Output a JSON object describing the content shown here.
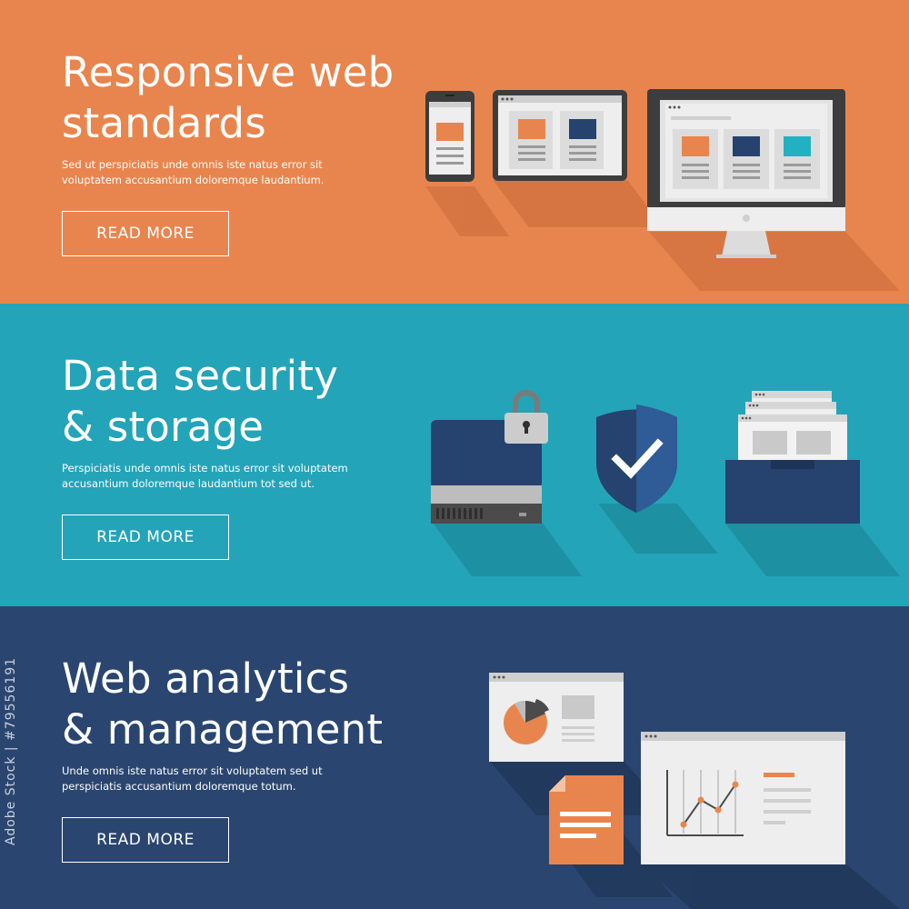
{
  "colors": {
    "orange": "#e8854e",
    "teal": "#24a4b8",
    "navy": "#2a4670",
    "white": "#ffffff",
    "dark_blue": "#26426e",
    "cyan": "#22b1c2",
    "gray": "#b8b8b8",
    "light_gray": "#eeeeee",
    "dark_gray": "#4b4b4b"
  },
  "banners": [
    {
      "title": "Responsive web\nstandards",
      "description": "Sed ut perspiciatis unde omnis iste natus error sit\nvoluptatem accusantium doloremque laudantium.",
      "button_label": "READ MORE",
      "illustration_icons": [
        "smartphone-icon",
        "tablet-icon",
        "desktop-monitor-icon"
      ]
    },
    {
      "title": "Data security\n& storage",
      "description": "Perspiciatis unde omnis iste natus error sit voluptatem\naccusantium doloremque laudantium tot sed ut.",
      "button_label": "READ MORE",
      "illustration_icons": [
        "hard-drive-icon",
        "padlock-icon",
        "shield-check-icon",
        "file-archive-icon"
      ]
    },
    {
      "title": "Web analytics\n& management",
      "description": "Unde omnis iste natus error sit voluptatem sed ut\nperspiciatis accusantium doloremque totum.",
      "button_label": "READ MORE",
      "illustration_icons": [
        "pie-chart-window-icon",
        "document-icon",
        "line-chart-window-icon"
      ]
    }
  ],
  "watermark": {
    "side_text": "Adobe Stock | #79556191"
  }
}
